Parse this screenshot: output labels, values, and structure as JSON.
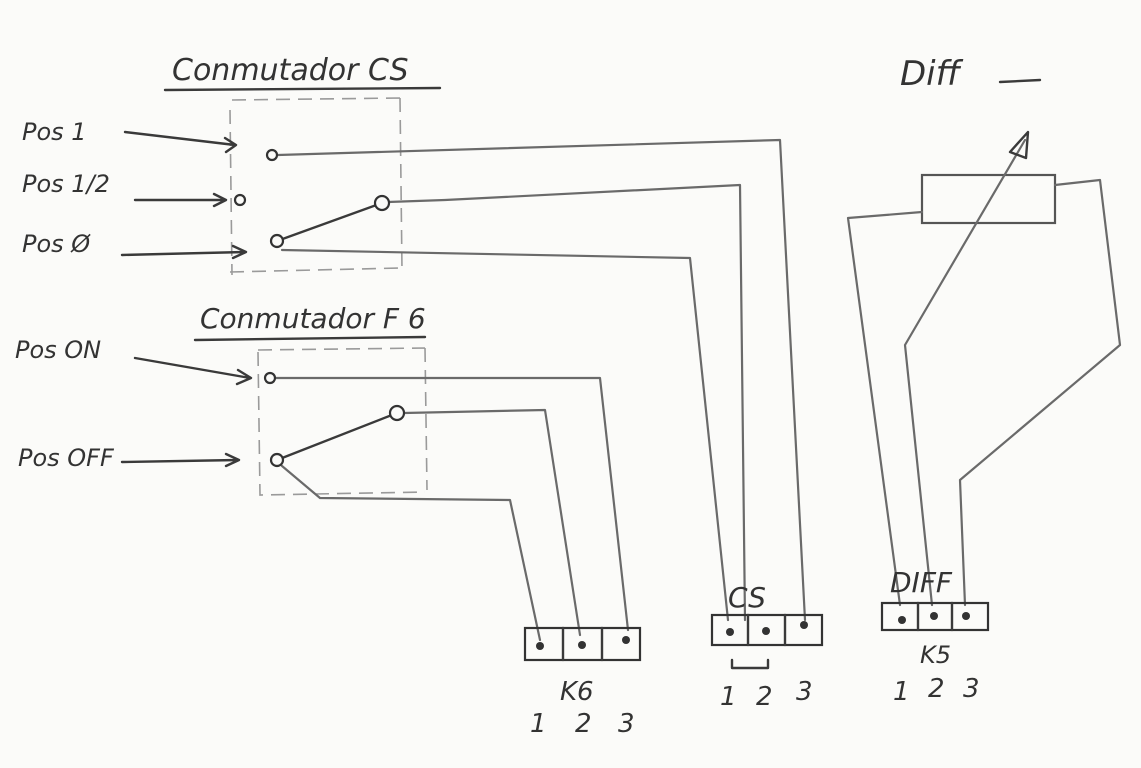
{
  "cs_switch": {
    "title": "Conmutador CS",
    "positions": [
      "Pos 1",
      "Pos 1/2",
      "Pos Ø"
    ]
  },
  "f6_switch": {
    "title": "Conmutador F 6",
    "positions": [
      "Pos ON",
      "Pos OFF"
    ]
  },
  "diff": {
    "title": "Diff"
  },
  "connectors": [
    {
      "label": "K6",
      "pins": [
        "1",
        "2",
        "3"
      ]
    },
    {
      "label": "CS",
      "pins": [
        "1",
        "2",
        "3"
      ]
    },
    {
      "label": "DIFF",
      "sublabel": "K5",
      "pins": [
        "1",
        "2",
        "3"
      ]
    }
  ]
}
